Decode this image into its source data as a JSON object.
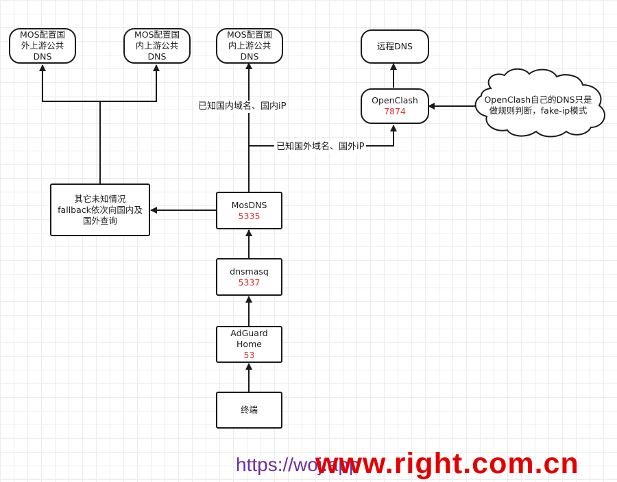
{
  "nodes": {
    "mos_foreign": {
      "lines": [
        "MOS配置国",
        "外上游公共",
        "DNS"
      ]
    },
    "mos_domestic_1": {
      "lines": [
        "MOS配置国",
        "内上游公共",
        "DNS"
      ]
    },
    "mos_domestic_2": {
      "lines": [
        "MOS配置国",
        "内上游公共",
        "DNS"
      ]
    },
    "remote_dns": {
      "label": "远程DNS"
    },
    "openclash": {
      "label": "OpenClash",
      "port": "7874"
    },
    "fallback": {
      "lines": [
        "其它未知情况",
        "fallback依次向国内及",
        "国外查询"
      ]
    },
    "mosdns": {
      "label": "MosDNS",
      "port": "5335"
    },
    "dnsmasq": {
      "label": "dnsmasq",
      "port": "5337"
    },
    "adguard": {
      "lines": [
        "AdGuard",
        "Home"
      ],
      "port": "53"
    },
    "terminal": {
      "label": "终端"
    }
  },
  "edge_labels": {
    "known_domestic": "已知国内域名、国内iP",
    "known_foreign": "已知国外域名、国外iP"
  },
  "cloud_note": {
    "lines": [
      "OpenClash自己的DNS只是",
      "做规则判断，fake-ip模式"
    ]
  },
  "watermarks": {
    "url": "https://woj.app",
    "site": "www.right.com.cn"
  },
  "colors": {
    "port_text": "#e0302f",
    "line": "#1a1a1a",
    "watermark_url": "#7030a0",
    "watermark_site": "#e50000"
  }
}
